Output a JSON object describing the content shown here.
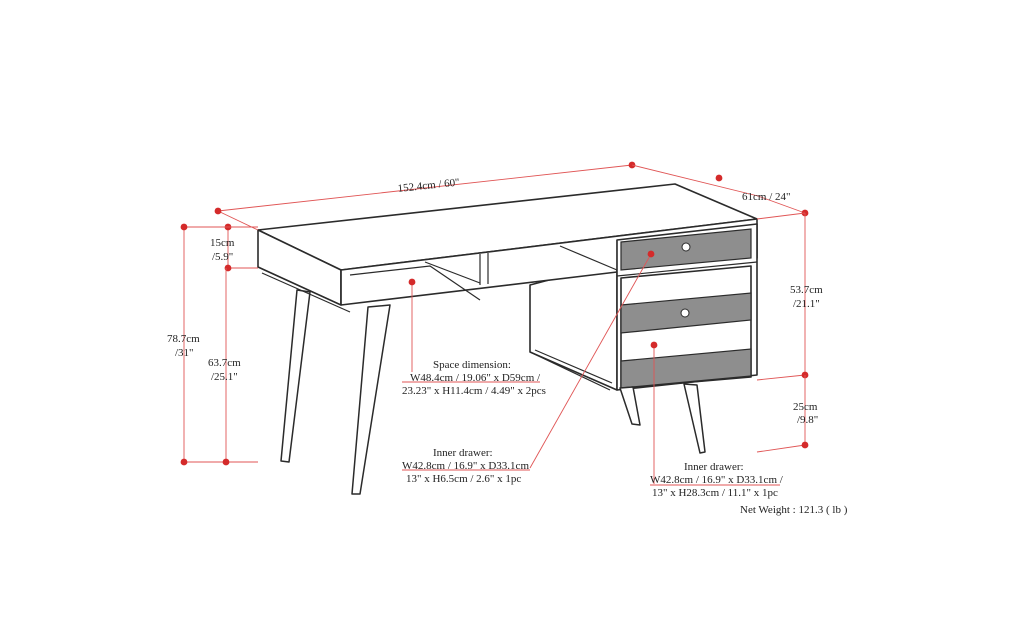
{
  "labels": {
    "width": "152.4cm / 60\"",
    "depth": "61cm / 24\"",
    "top_thickness_cm": "15cm",
    "top_thickness_in": "/5.9\"",
    "total_height_cm": "78.7cm",
    "total_height_in": "/31\"",
    "leg_height_cm": "63.7cm",
    "leg_height_in": "/25.1\"",
    "cabinet_height_cm": "53.7cm",
    "cabinet_height_in": "/21.1\"",
    "cabinet_leg_cm": "25cm",
    "cabinet_leg_in": "/9.8\""
  },
  "space_dimension": {
    "title": "Space dimension:",
    "line1": "W48.4cm / 19.06\" x D59cm /",
    "line2": "23.23\" x H11.4cm / 4.49\" x 2pcs"
  },
  "inner_drawer_small": {
    "title": "Inner drawer:",
    "line1": "W42.8cm / 16.9\" x D33.1cm",
    "line2": "13\" x H6.5cm / 2.6\" x 1pc"
  },
  "inner_drawer_large": {
    "title": "Inner drawer:",
    "line1": "W42.8cm / 16.9\" x D33.1cm /",
    "line2": "13\" x H28.3cm / 11.1\" x 1pc"
  },
  "net_weight": "Net Weight : 121.3 ( lb )",
  "colors": {
    "dimension_line": "#e05555",
    "dimension_dot": "#d42a2a",
    "drawer_front": "#8e8e8e",
    "outline": "#2b2b2b"
  }
}
